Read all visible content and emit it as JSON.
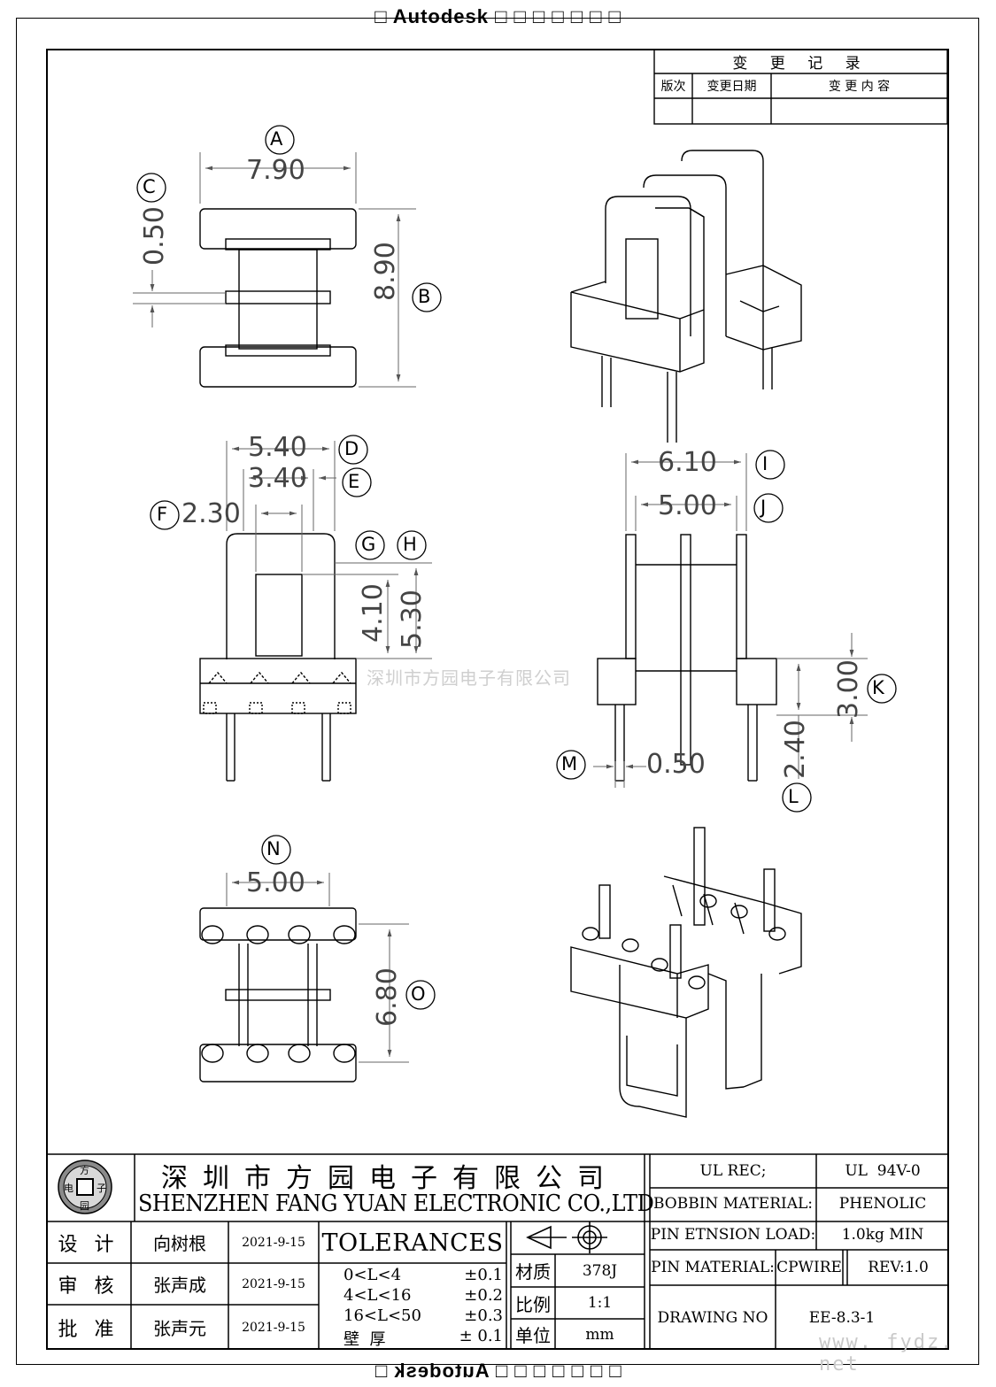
{
  "watermarks": {
    "top": "□ Autodesk □ □ □ □ □ □ □",
    "bottom": "□ □ □ □ □ □ □ Autodesk □",
    "center": "深圳市方园电子有限公司",
    "site": "www. fydz. net"
  },
  "revision_table": {
    "title": "变 更 记 录",
    "col_version": "版次",
    "col_date": "变更日期",
    "col_content": "变 更 内 容"
  },
  "dimensions": {
    "A": {
      "label": "A",
      "value": "7.90"
    },
    "B": {
      "label": "B",
      "value": "8.90"
    },
    "C": {
      "label": "C",
      "value": "0.50"
    },
    "D": {
      "label": "D",
      "value": "5.40"
    },
    "E": {
      "label": "E",
      "value": "3.40"
    },
    "F": {
      "label": "F",
      "value": "2.30"
    },
    "G": {
      "label": "G",
      "value": "4.10"
    },
    "H": {
      "label": "H",
      "value": "5.30"
    },
    "I": {
      "label": "I",
      "value": "6.10"
    },
    "J": {
      "label": "J",
      "value": "5.00"
    },
    "K": {
      "label": "K",
      "value": "3.00"
    },
    "L": {
      "label": "L",
      "value": "2.40"
    },
    "M": {
      "label": "M",
      "value": "0.50"
    },
    "N": {
      "label": "N",
      "value": "5.00"
    },
    "O": {
      "label": "O",
      "value": "6.80"
    }
  },
  "title_block": {
    "logo": {
      "top": "方",
      "left": "电",
      "right": "子",
      "bottom": "园"
    },
    "company_cn": "深圳市方园电子有限公司",
    "company_en": "SHENZHEN FANG YUAN ELECTRONIC CO.,LTD",
    "design_label": "设 计",
    "design_name": "向树根",
    "design_date": "2021-9-15",
    "check_label": "审 核",
    "check_name": "张声成",
    "check_date": "2021-9-15",
    "approve_label": "批 准",
    "approve_name": "张声元",
    "approve_date": "2021-9-15",
    "tolerances_title": "TOLERANCES",
    "tolerances": [
      {
        "range": "0<L<4",
        "value": "±0.1"
      },
      {
        "range": "4<L<16",
        "value": "±0.2"
      },
      {
        "range": "16<L<50",
        "value": "±0.3"
      },
      {
        "range": "壁  厚",
        "value": "± 0.1"
      }
    ],
    "material_label": "材质",
    "material_value": "378J",
    "scale_label": "比例",
    "scale_value": "1:1",
    "unit_label": "单位",
    "unit_value": "mm",
    "ul_rec": "UL REC;",
    "ul_value": "UL  94V-0",
    "bobbin_label": "BOBBIN MATERIAL:",
    "bobbin_value": "PHENOLIC",
    "pin_load_label": "PIN ETNSION LOAD:",
    "pin_load_value": "1.0kg MIN",
    "pin_material_label": "PIN MATERIAL:",
    "pin_material_value": "CPWIRE",
    "rev": "REV:1.0",
    "drawing_no_label": "DRAWING NO",
    "drawing_no_value": "EE-8.3-1"
  }
}
